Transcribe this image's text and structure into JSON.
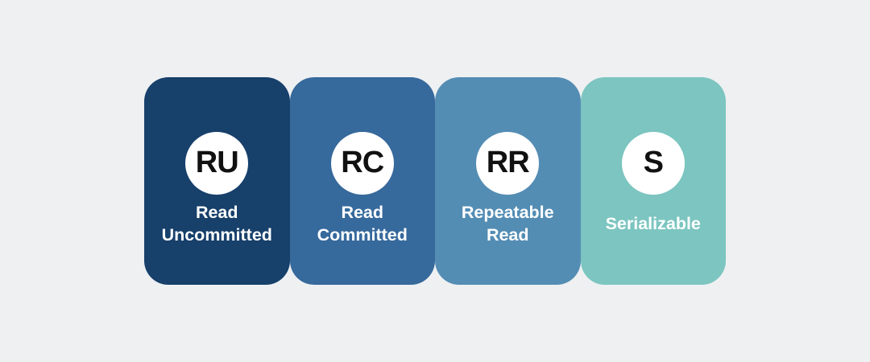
{
  "page": {
    "background": "#eef0f2"
  },
  "badge": {
    "background": "#ffffff",
    "text_color": "#111111"
  },
  "cards": [
    {
      "abbr": "RU",
      "label": "Read Uncommitted",
      "color": "#17406b"
    },
    {
      "abbr": "RC",
      "label": "Read Committed",
      "color": "#36699c"
    },
    {
      "abbr": "RR",
      "label": "Repeatable Read",
      "color": "#548db4"
    },
    {
      "abbr": "S",
      "label": "Serializable",
      "color": "#7cc5c0"
    }
  ]
}
